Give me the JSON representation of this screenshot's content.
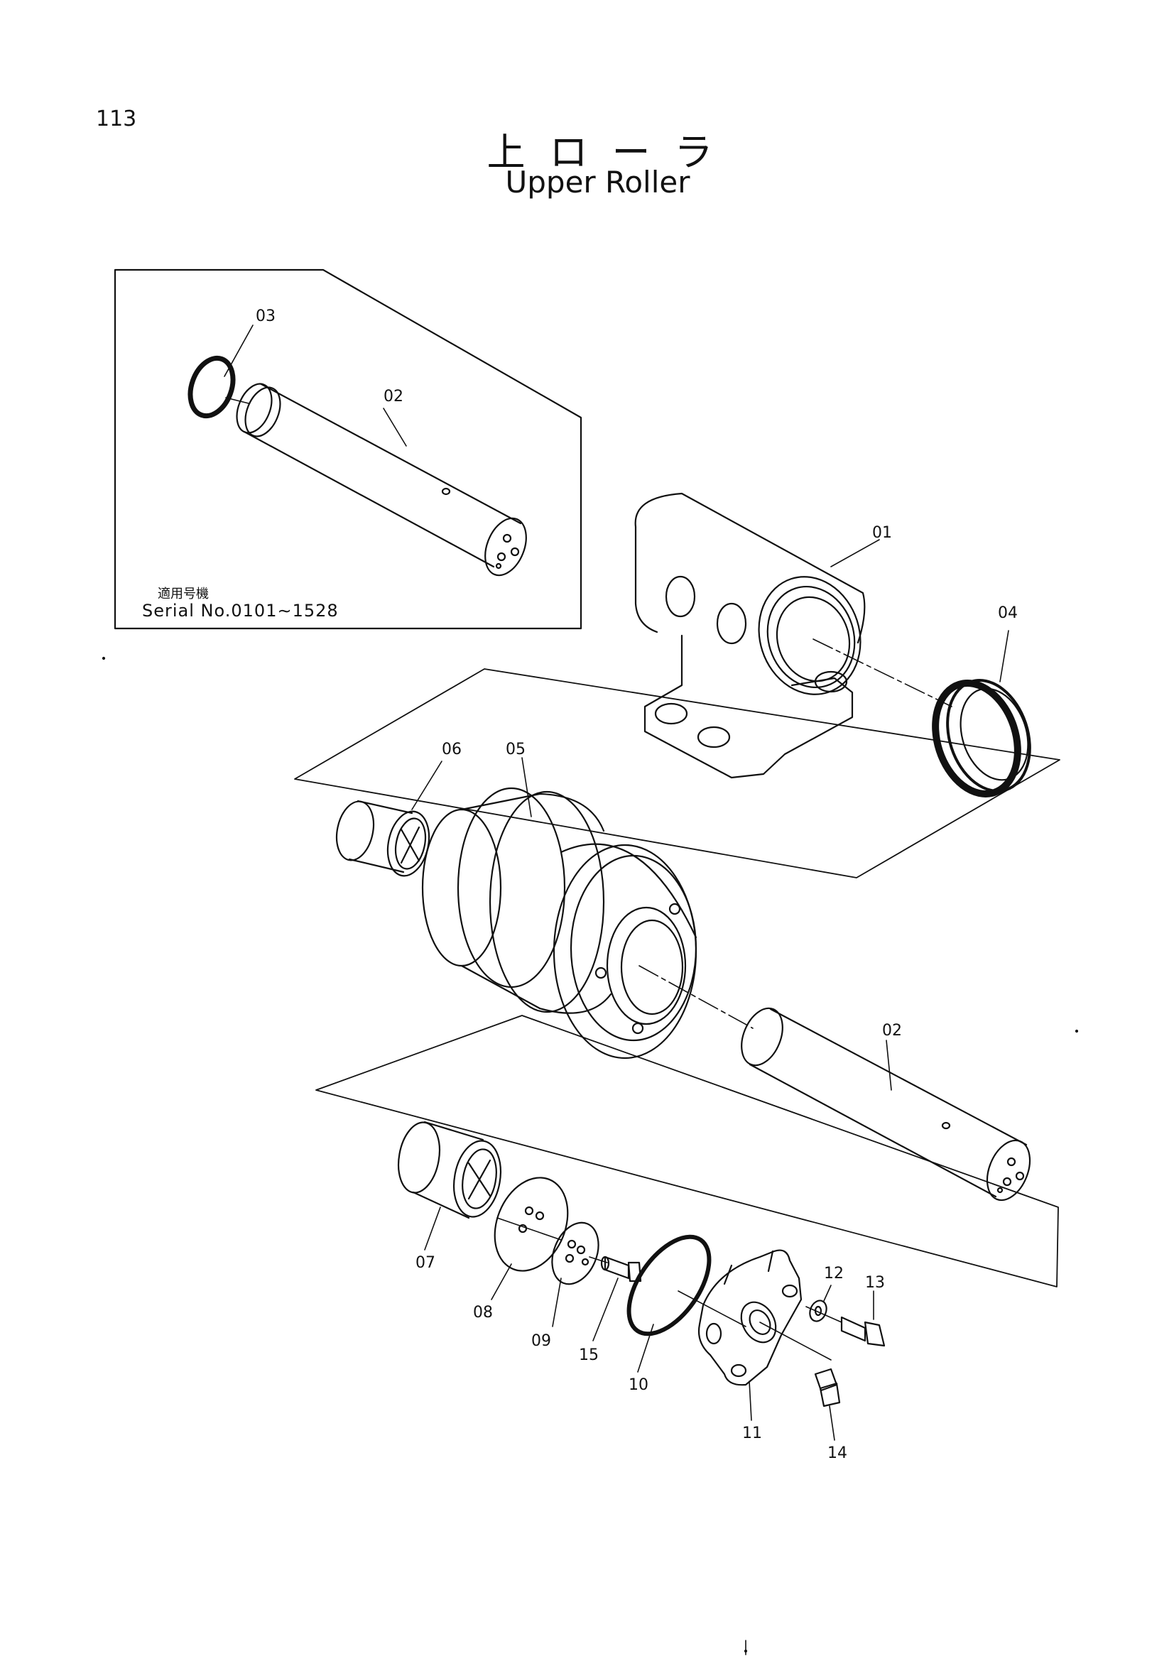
{
  "page": {
    "number": "113",
    "title_jp": "上ローラ",
    "title_en": "Upper Roller"
  },
  "inset": {
    "label_jp": "適用号機",
    "label_en": "Serial No.0101∼1528"
  },
  "part_callouts": [
    {
      "id": "p03",
      "label": "03"
    },
    {
      "id": "p02a",
      "label": "02"
    },
    {
      "id": "p01",
      "label": "01"
    },
    {
      "id": "p04",
      "label": "04"
    },
    {
      "id": "p06",
      "label": "06"
    },
    {
      "id": "p05",
      "label": "05"
    },
    {
      "id": "p02b",
      "label": "02"
    },
    {
      "id": "p07",
      "label": "07"
    },
    {
      "id": "p08",
      "label": "08"
    },
    {
      "id": "p09",
      "label": "09"
    },
    {
      "id": "p15",
      "label": "15"
    },
    {
      "id": "p10",
      "label": "10"
    },
    {
      "id": "p11",
      "label": "11"
    },
    {
      "id": "p12",
      "label": "12"
    },
    {
      "id": "p13",
      "label": "13"
    },
    {
      "id": "p14",
      "label": "14"
    }
  ]
}
